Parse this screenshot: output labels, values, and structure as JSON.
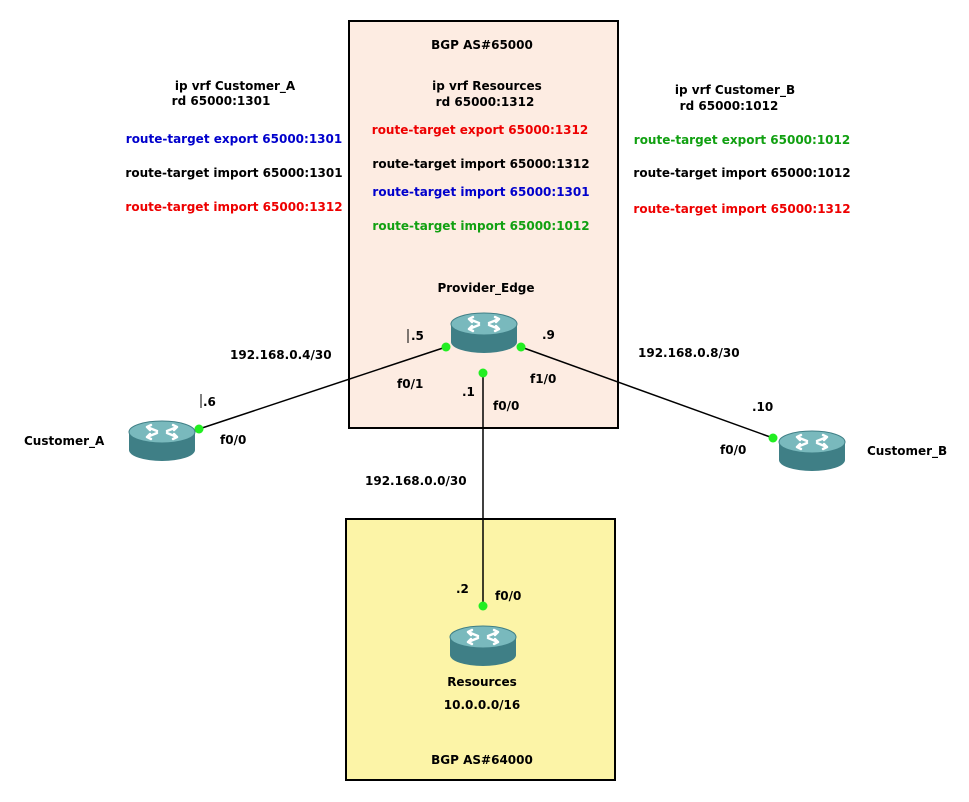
{
  "zones": {
    "provider": {
      "title": "BGP AS#65000"
    },
    "resources": {
      "title": "BGP AS#64000"
    }
  },
  "vrfs": {
    "customer_a": {
      "name": "ip vrf Customer_A",
      "rd": "rd 65000:1301",
      "lines": [
        {
          "text": "route-target export 65000:1301",
          "color": "#0000cc"
        },
        {
          "text": "route-target import 65000:1301",
          "color": "#000000"
        },
        {
          "text": "route-target import 65000:1312",
          "color": "#ee0000"
        }
      ]
    },
    "resources": {
      "name": "ip vrf Resources",
      "rd": "rd 65000:1312",
      "lines": [
        {
          "text": "route-target export 65000:1312",
          "color": "#ee0000"
        },
        {
          "text": "route-target import 65000:1312",
          "color": "#000000"
        },
        {
          "text": "route-target import 65000:1301",
          "color": "#0000cc"
        },
        {
          "text": "route-target import 65000:1012",
          "color": "#11a011"
        }
      ]
    },
    "customer_b": {
      "name": "ip vrf Customer_B",
      "rd": "rd 65000:1012",
      "lines": [
        {
          "text": "route-target export 65000:1012",
          "color": "#11a011"
        },
        {
          "text": "route-target import 65000:1012",
          "color": "#000000"
        },
        {
          "text": "route-target import 65000:1312",
          "color": "#ee0000"
        }
      ]
    }
  },
  "routers": {
    "provider_edge": {
      "name": "Provider_Edge",
      "icon": "router-icon"
    },
    "customer_a": {
      "name": "Customer_A",
      "icon": "router-icon"
    },
    "customer_b": {
      "name": "Customer_B",
      "icon": "router-icon"
    },
    "resources": {
      "name": "Resources",
      "network": "10.0.0.0/16",
      "icon": "router-icon"
    }
  },
  "links": {
    "pe_customer_a": {
      "subnet": "192.168.0.4/30",
      "pe_host": ".5",
      "pe_interface": "f0/1",
      "remote_host": ".6",
      "remote_interface": "f0/0"
    },
    "pe_customer_b": {
      "subnet": "192.168.0.8/30",
      "pe_host": ".9",
      "pe_interface": "f1/0",
      "remote_host": ".10",
      "remote_interface": "f0/0"
    },
    "pe_resources": {
      "subnet": "192.168.0.0/30",
      "pe_host": ".1",
      "pe_interface": "f0/0",
      "remote_host": ".2",
      "remote_interface": "f0/0"
    }
  },
  "colors": {
    "link_endpoint": "#22ee22",
    "router_body": "#4e8f95",
    "router_top": "#6fb0b4"
  }
}
